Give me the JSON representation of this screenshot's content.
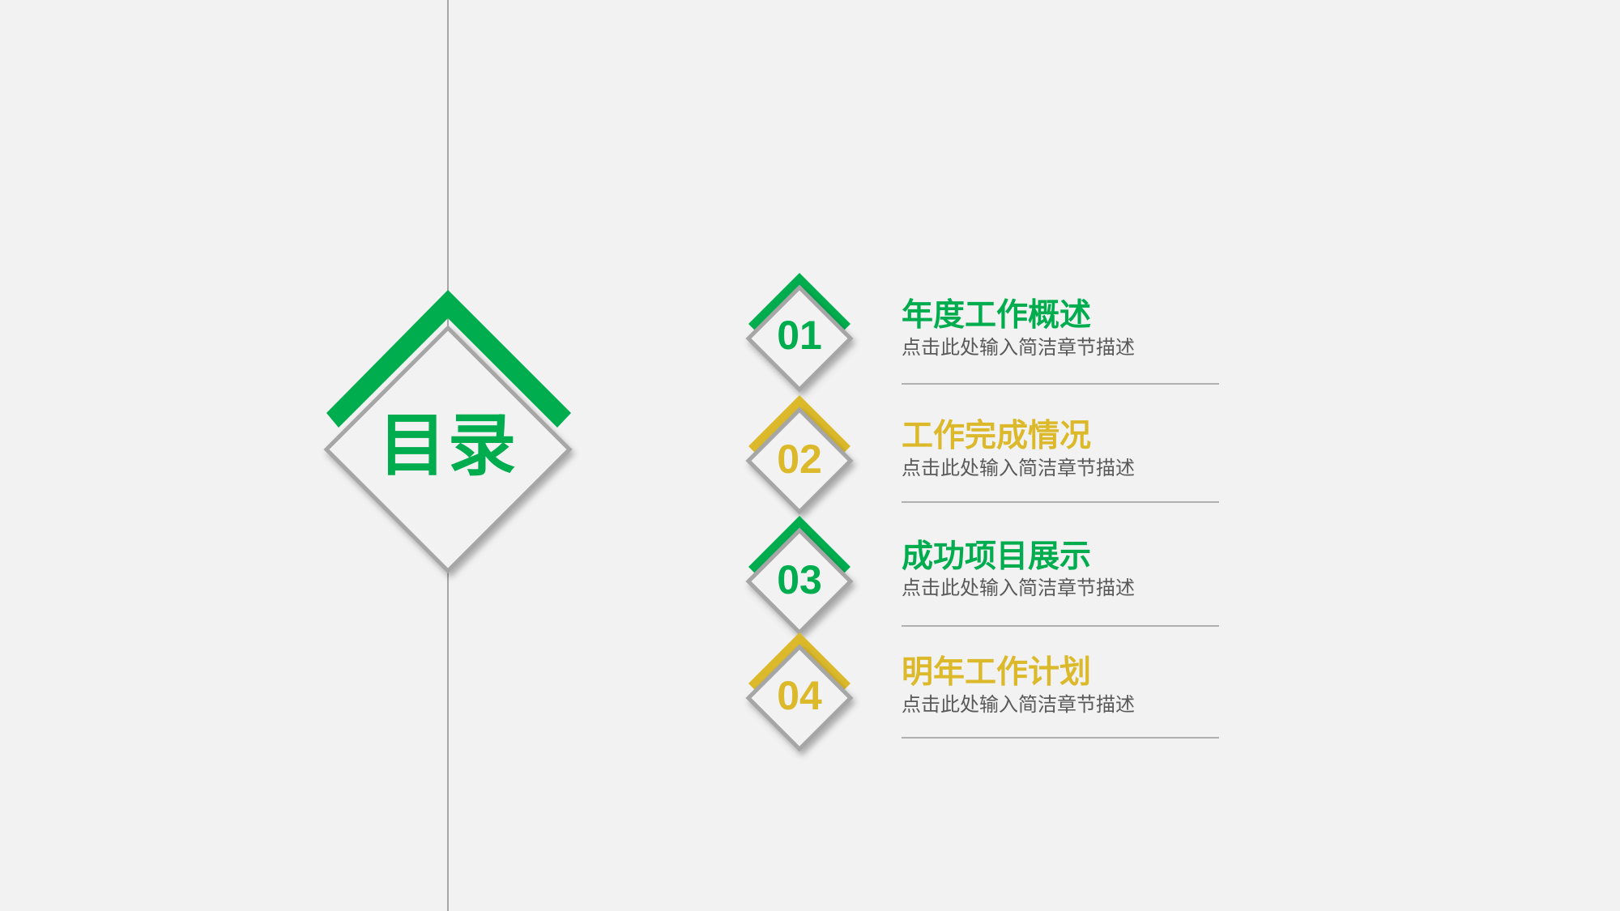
{
  "slide": {
    "heading": "目录",
    "colors": {
      "green": "#00ad4e",
      "yellow": "#dbb92a",
      "border": "#a6a6a6",
      "background": "#f2f2f2"
    },
    "items": [
      {
        "number": "01",
        "title": "年度工作概述",
        "description": "点击此处输入简洁章节描述",
        "color": "green"
      },
      {
        "number": "02",
        "title": "工作完成情况",
        "description": "点击此处输入简洁章节描述",
        "color": "yellow"
      },
      {
        "number": "03",
        "title": "成功项目展示",
        "description": "点击此处输入简洁章节描述",
        "color": "green"
      },
      {
        "number": "04",
        "title": "明年工作计划",
        "description": "点击此处输入简洁章节描述",
        "color": "yellow"
      }
    ]
  }
}
